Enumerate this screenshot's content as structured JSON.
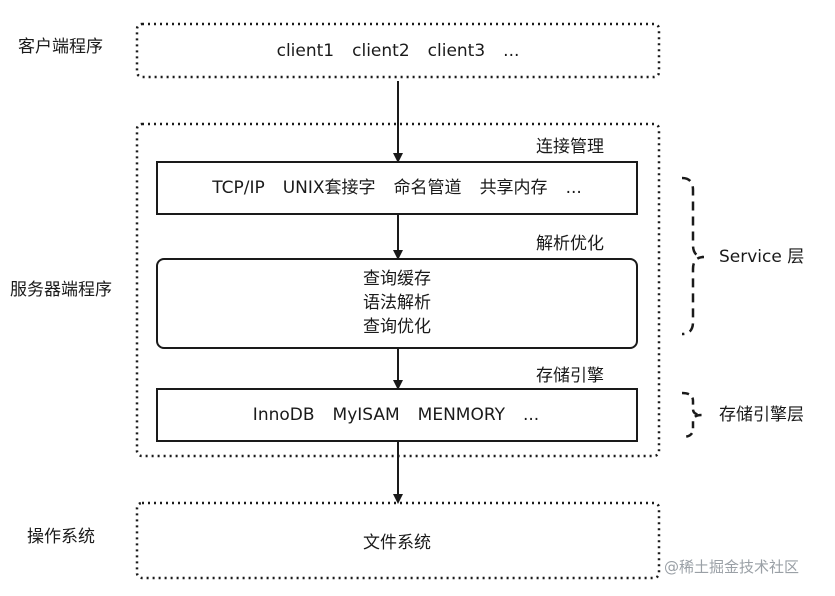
{
  "left_labels": {
    "client_program": "客户端程序",
    "server_program": "服务器端程序",
    "operating_system": "操作系统"
  },
  "clients": {
    "items": [
      "client1",
      "client2",
      "client3",
      "..."
    ]
  },
  "connection": {
    "title": "连接管理",
    "items": [
      "TCP/IP",
      "UNIX套接字",
      "命名管道",
      "共享内存",
      "..."
    ]
  },
  "parser": {
    "title": "解析优化",
    "lines": [
      "查询缓存",
      "语法解析",
      "查询优化"
    ]
  },
  "storage": {
    "title": "存储引擎",
    "items": [
      "InnoDB",
      "MyISAM",
      "MENMORY",
      "..."
    ]
  },
  "filesystem": {
    "label": "文件系统"
  },
  "braces": {
    "service_layer": "Service 层",
    "storage_layer": "存储引擎层"
  },
  "watermark": "@稀土掘金技术社区"
}
